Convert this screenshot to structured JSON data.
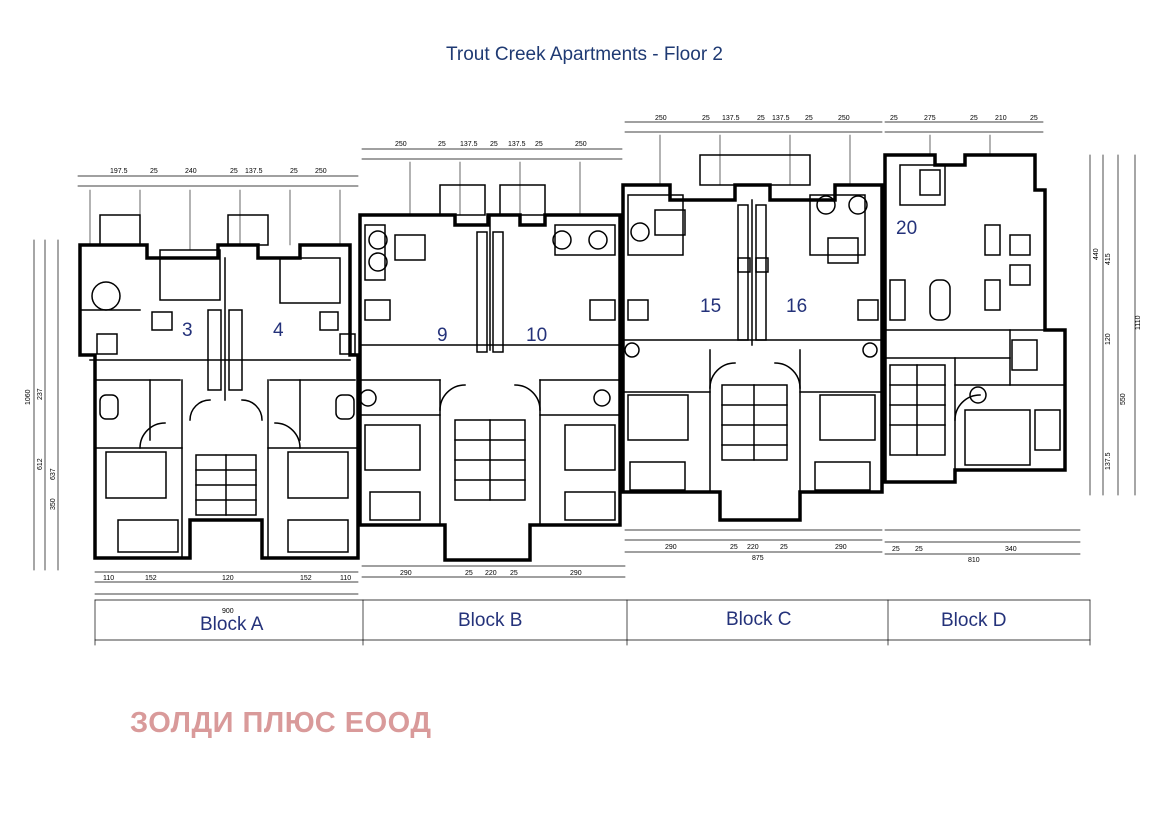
{
  "title": "Trout Creek Apartments - Floor 2",
  "watermark": "ЗОЛДИ ПЛЮС ЕООД",
  "units": [
    "3",
    "4",
    "9",
    "10",
    "15",
    "16",
    "20"
  ],
  "blocks": [
    "Block A",
    "Block B",
    "Block C",
    "Block D"
  ],
  "dimensions": {
    "block_a_width": "900",
    "block_c_width": "875",
    "block_d_width": "810",
    "block_a_height": "1060",
    "block_d_height": "1110",
    "top_a": [
      "197.5",
      "25",
      "240",
      "25",
      "137.5",
      "25",
      "250"
    ],
    "top_b": [
      "250",
      "25",
      "137.5",
      "25",
      "137.5",
      "25",
      "250"
    ],
    "top_c": [
      "250",
      "25",
      "137.5",
      "25",
      "137.5",
      "25",
      "250"
    ],
    "top_d": [
      "25",
      "275",
      "25",
      "210",
      "25"
    ],
    "bottom_a": [
      "110",
      "152",
      "120",
      "152",
      "110"
    ],
    "bottom_b": [
      "290",
      "25",
      "220",
      "25",
      "290"
    ],
    "bottom_c": [
      "290",
      "25",
      "220",
      "25",
      "290"
    ],
    "bottom_d": [
      "25",
      "25",
      "340"
    ],
    "right_a": [
      "237",
      "612",
      "637",
      "350"
    ],
    "right_d": [
      "440",
      "415",
      "120",
      "550",
      "137.5"
    ]
  },
  "colors": {
    "title": "#1f3a73",
    "labels": "#24327a",
    "watermark": "#d99a9a",
    "lines": "#000000"
  }
}
